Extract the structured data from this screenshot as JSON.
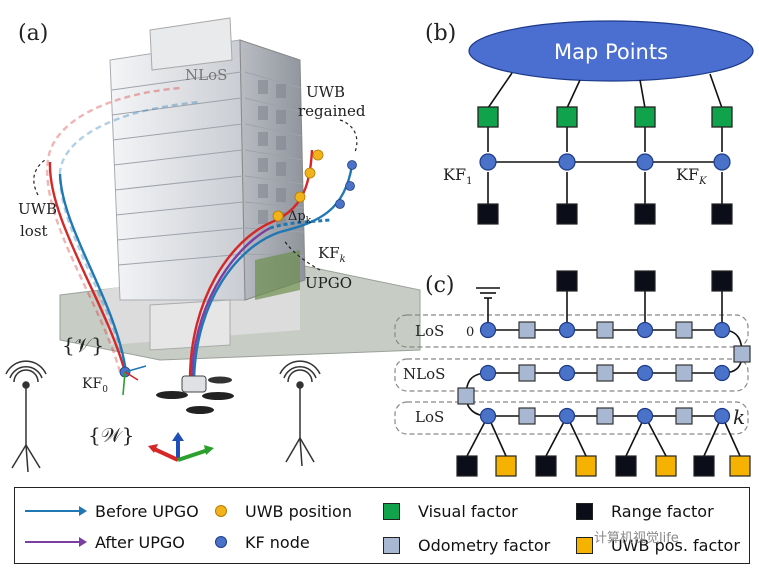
{
  "panel_a": {
    "label": "(a)",
    "nlos": "NLoS",
    "uwb_regained_1": "UWB",
    "uwb_regained_2": "regained",
    "uwb_lost_1": "UWB",
    "uwb_lost_2": "lost",
    "delta_p": "Δp",
    "delta_p_sub": "k",
    "kf_k": "KF",
    "kf_k_sub": "k",
    "upgo": "UPGO",
    "frame_v": "{𝒱}",
    "frame_w": "{𝒲}",
    "kf_0": "KF",
    "kf_0_sub": "0"
  },
  "panel_b": {
    "label": "(b)",
    "map_points": "Map Points",
    "kf_1": "KF",
    "kf_1_sub": "1",
    "kf_K": "KF",
    "kf_K_sub": "K"
  },
  "panel_c": {
    "label": "(c)",
    "row1": "LoS",
    "row2": "NLoS",
    "row3": "LoS",
    "index_0": "0",
    "index_k": "k"
  },
  "legend": {
    "before_upgo": "Before UPGO",
    "after_upgo": "After UPGO",
    "uwb_position": "UWB position",
    "kf_node": "KF node",
    "visual_factor": "Visual factor",
    "odometry_factor": "Odometry factor",
    "range_factor": "Range factor",
    "uwb_pos_factor": "UWB pos. factor"
  },
  "watermark": "计算机视觉life",
  "colors": {
    "before_upgo": "#1f77b4",
    "after_upgo": "#7a3fa0",
    "uwb_position": "#f2b21c",
    "kf_node": "#4a72c8",
    "visual_factor": "#10a34c",
    "odometry_factor": "#a9b8d2",
    "range_factor": "#0b0d18",
    "uwb_pos_factor": "#f5b300",
    "red_path": "#d62728"
  }
}
